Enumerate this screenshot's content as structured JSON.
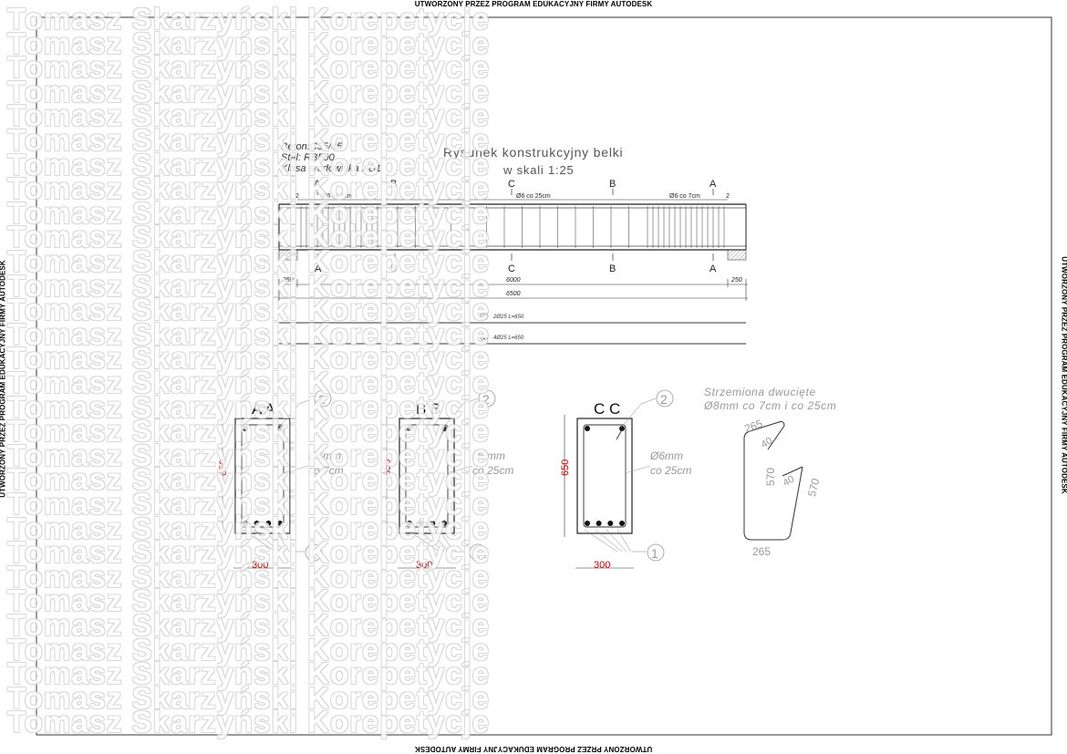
{
  "edu_banner": "UTWORZONY PRZEZ PROGRAM EDUKACYJNY FIRMY AUTODESK",
  "watermark": "Tomasz Skarzyński Korepetycje",
  "materials": {
    "concrete": "Beton:C35/45",
    "steel": "Stal: RB500",
    "exposure": "Klasa środowiska XD1"
  },
  "title": {
    "line1": "Rysunek konstrukcyjny belki",
    "line2": "w skali 1:25"
  },
  "elevation": {
    "section_marks": [
      "A",
      "B",
      "C",
      "B",
      "A"
    ],
    "stirrup_zone_end": "Ø6 co 7cm",
    "stirrup_zone_mid": "Ø6 co 25cm",
    "cover": "2",
    "dim_support": "250",
    "dim_span": "6000",
    "dim_total": "6500"
  },
  "bars": [
    {
      "mark": "2",
      "text": "2Ø25 L=650"
    },
    {
      "mark": "1",
      "text": "4Ø25 L=650"
    }
  ],
  "sections": [
    {
      "title": "A A",
      "stirrup": "Ø6mm",
      "spacing": "co 7cm",
      "height": "650",
      "width": "300",
      "top_mark": "2",
      "bottom_mark": "1"
    },
    {
      "title": "B B",
      "stirrup": "Ø6mm",
      "spacing": "co 25cm",
      "height": "650",
      "width": "300",
      "top_mark": "2",
      "bottom_mark": "1"
    },
    {
      "title": "C C",
      "stirrup": "Ø6mm",
      "spacing": "co 25cm",
      "height": "650",
      "width": "300",
      "top_mark": "2",
      "bottom_mark": "1"
    }
  ],
  "stirrup_detail": {
    "title_line1": "Strzemiona dwucięte",
    "title_line2": "Ø8mm co 7cm i co 25cm",
    "top": "265",
    "hook1": "40",
    "hook2": "40",
    "left": "570",
    "right": "570",
    "bottom": "265"
  },
  "colors": {
    "dimension": "#cc0000",
    "line": "#222222",
    "light": "#777777"
  }
}
